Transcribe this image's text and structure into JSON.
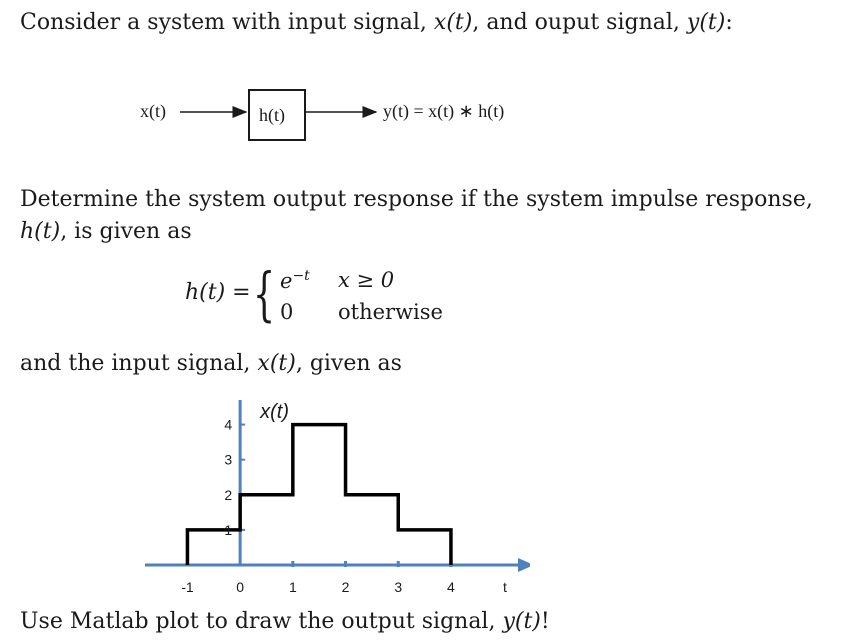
{
  "intro": {
    "prefix": "Consider a system with input signal, ",
    "x": "x(t)",
    "mid": ", and ouput signal, ",
    "y": "y(t)",
    "suffix": ":"
  },
  "block_diagram": {
    "input_label": "x(t)",
    "block_label": "h(t)",
    "output_label": "y(t) = x(t) ∗ h(t)"
  },
  "question": {
    "line1": "Determine the system output response if the system impulse response,",
    "line2_var": "h(t)",
    "line2_rest": ", is given as"
  },
  "impulse_response": {
    "lhs": "h(t) =",
    "case1_value": "e",
    "case1_exponent": "−t",
    "case1_condition": "x ≥ 0",
    "case2_value": "0",
    "case2_condition": "otherwise"
  },
  "input_sentence": {
    "prefix": "and the input signal, ",
    "var": "x(t)",
    "suffix": ", given as"
  },
  "closing": {
    "prefix": "Use Matlab plot to draw the output signal, ",
    "var": "y(t)",
    "suffix": "!"
  },
  "chart_data": {
    "type": "line",
    "step": true,
    "title": "x(t)",
    "xlabel": "t",
    "x_ticks": [
      "-1",
      "0",
      "1",
      "2",
      "3",
      "4"
    ],
    "y_ticks": [
      "1",
      "2",
      "3",
      "4"
    ],
    "xlim": [
      -1.9,
      5.5
    ],
    "ylim": [
      0,
      4.7
    ],
    "series": [
      {
        "x": [
          -1,
          -1,
          0,
          0,
          1,
          1,
          2,
          2,
          3,
          3,
          4,
          4
        ],
        "y": [
          0,
          1,
          1,
          2,
          2,
          4,
          4,
          2,
          2,
          1,
          1,
          0
        ]
      }
    ],
    "colors": {
      "axis": "#4f81bd",
      "signal": "#000000"
    }
  }
}
